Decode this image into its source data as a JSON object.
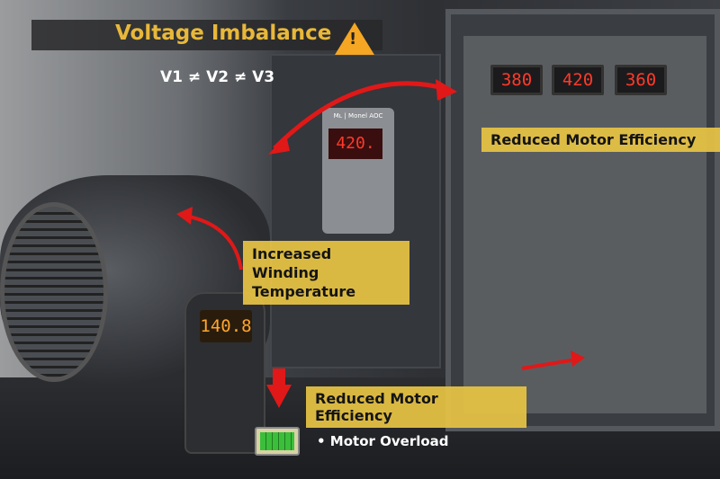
{
  "title": "Voltage Imbalance",
  "warning_icon": "warning-triangle-icon",
  "equation": "V1 ≠ V2 ≠ V3",
  "cabinet_displays": [
    "380",
    "420",
    "360"
  ],
  "drive": {
    "model_text": "Mʟ | Monel AOC",
    "display": "420."
  },
  "thermometer_display": "140.8",
  "labels": {
    "top_right": "Reduced Motor Efficiency",
    "winding": "Increased Winding Temperature",
    "bottom": "Reduced Motor Efficiency",
    "overload": "• Motor Overload"
  },
  "colors": {
    "accent": "#e8c444",
    "title": "#e8b83a",
    "arrow": "#e01818",
    "display": "#ff3a2a"
  }
}
